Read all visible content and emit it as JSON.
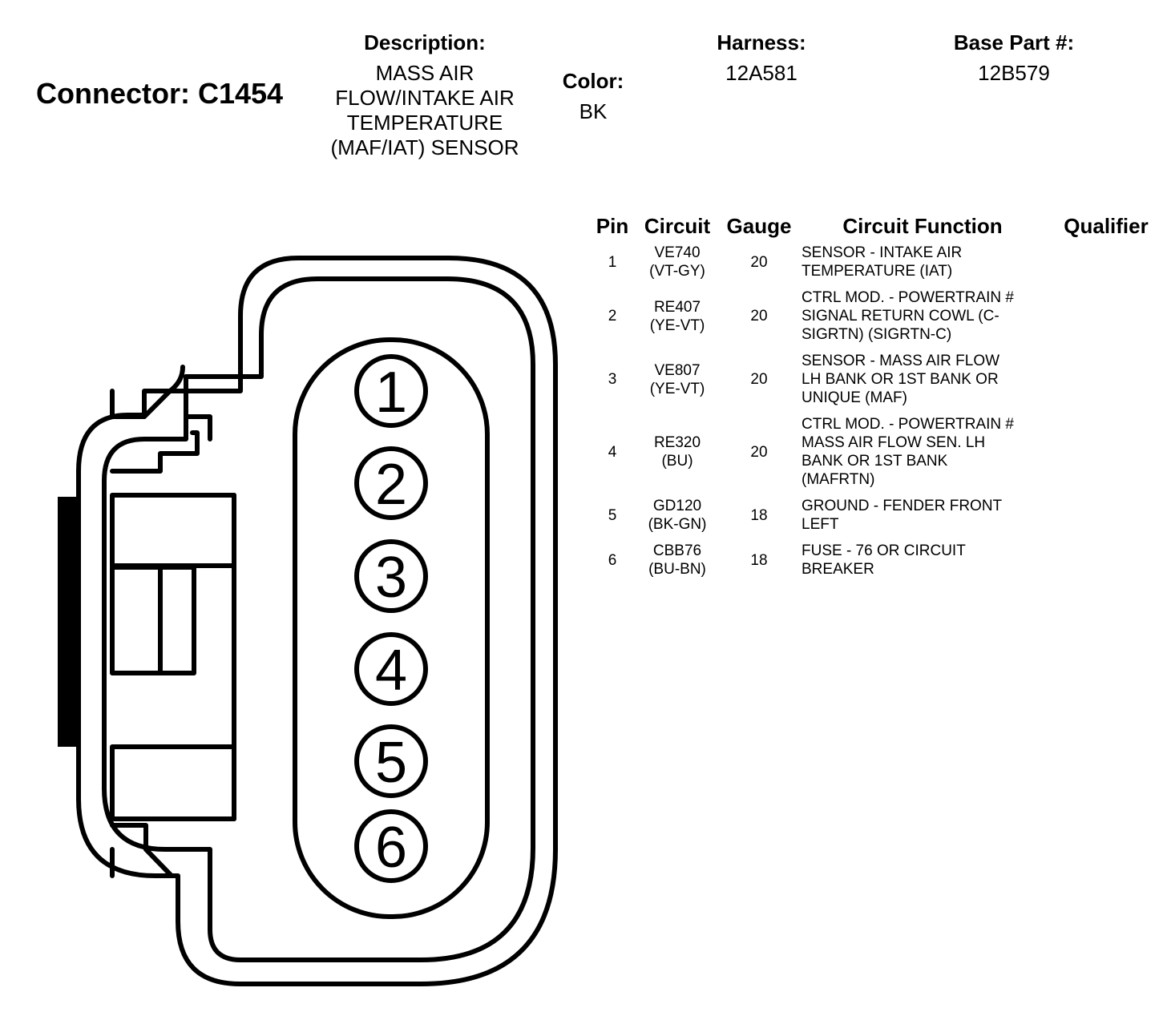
{
  "header": {
    "connector_title": "Connector: C1454",
    "description_label": "Description:",
    "description_lines": [
      "MASS AIR",
      "FLOW/INTAKE AIR",
      "TEMPERATURE",
      "(MAF/IAT) SENSOR"
    ],
    "color_label": "Color:",
    "color_value": "BK",
    "harness_label": "Harness:",
    "harness_value": "12A581",
    "base_part_label": "Base Part #:",
    "base_part_value": "12B579"
  },
  "table": {
    "columns": [
      "Pin",
      "Circuit",
      "Gauge",
      "Circuit Function",
      "Qualifier"
    ],
    "rows": [
      {
        "pin": "1",
        "circuit": [
          "VE740",
          "(VT-GY)"
        ],
        "gauge": "20",
        "function": [
          "SENSOR - INTAKE AIR",
          "TEMPERATURE (IAT)"
        ],
        "qualifier": ""
      },
      {
        "pin": "2",
        "circuit": [
          "RE407",
          "(YE-VT)"
        ],
        "gauge": "20",
        "function": [
          "CTRL MOD. - POWERTRAIN #",
          "SIGNAL RETURN COWL (C-",
          "SIGRTN) (SIGRTN-C)"
        ],
        "qualifier": ""
      },
      {
        "pin": "3",
        "circuit": [
          "VE807",
          "(YE-VT)"
        ],
        "gauge": "20",
        "function": [
          "SENSOR - MASS AIR FLOW",
          "LH BANK OR 1ST BANK OR",
          "UNIQUE (MAF)"
        ],
        "qualifier": ""
      },
      {
        "pin": "4",
        "circuit": [
          "RE320",
          "(BU)"
        ],
        "gauge": "20",
        "function": [
          "CTRL MOD. - POWERTRAIN #",
          "MASS AIR FLOW SEN. LH",
          "BANK OR 1ST BANK",
          "(MAFRTN)"
        ],
        "qualifier": ""
      },
      {
        "pin": "5",
        "circuit": [
          "GD120",
          "(BK-GN)"
        ],
        "gauge": "18",
        "function": [
          "GROUND - FENDER FRONT",
          "LEFT"
        ],
        "qualifier": ""
      },
      {
        "pin": "6",
        "circuit": [
          "CBB76",
          "(BU-BN)"
        ],
        "gauge": "18",
        "function": [
          "FUSE - 76 OR CIRCUIT",
          "BREAKER"
        ],
        "qualifier": ""
      }
    ]
  },
  "diagram": {
    "pin_labels": [
      "1",
      "2",
      "3",
      "4",
      "5",
      "6"
    ]
  }
}
